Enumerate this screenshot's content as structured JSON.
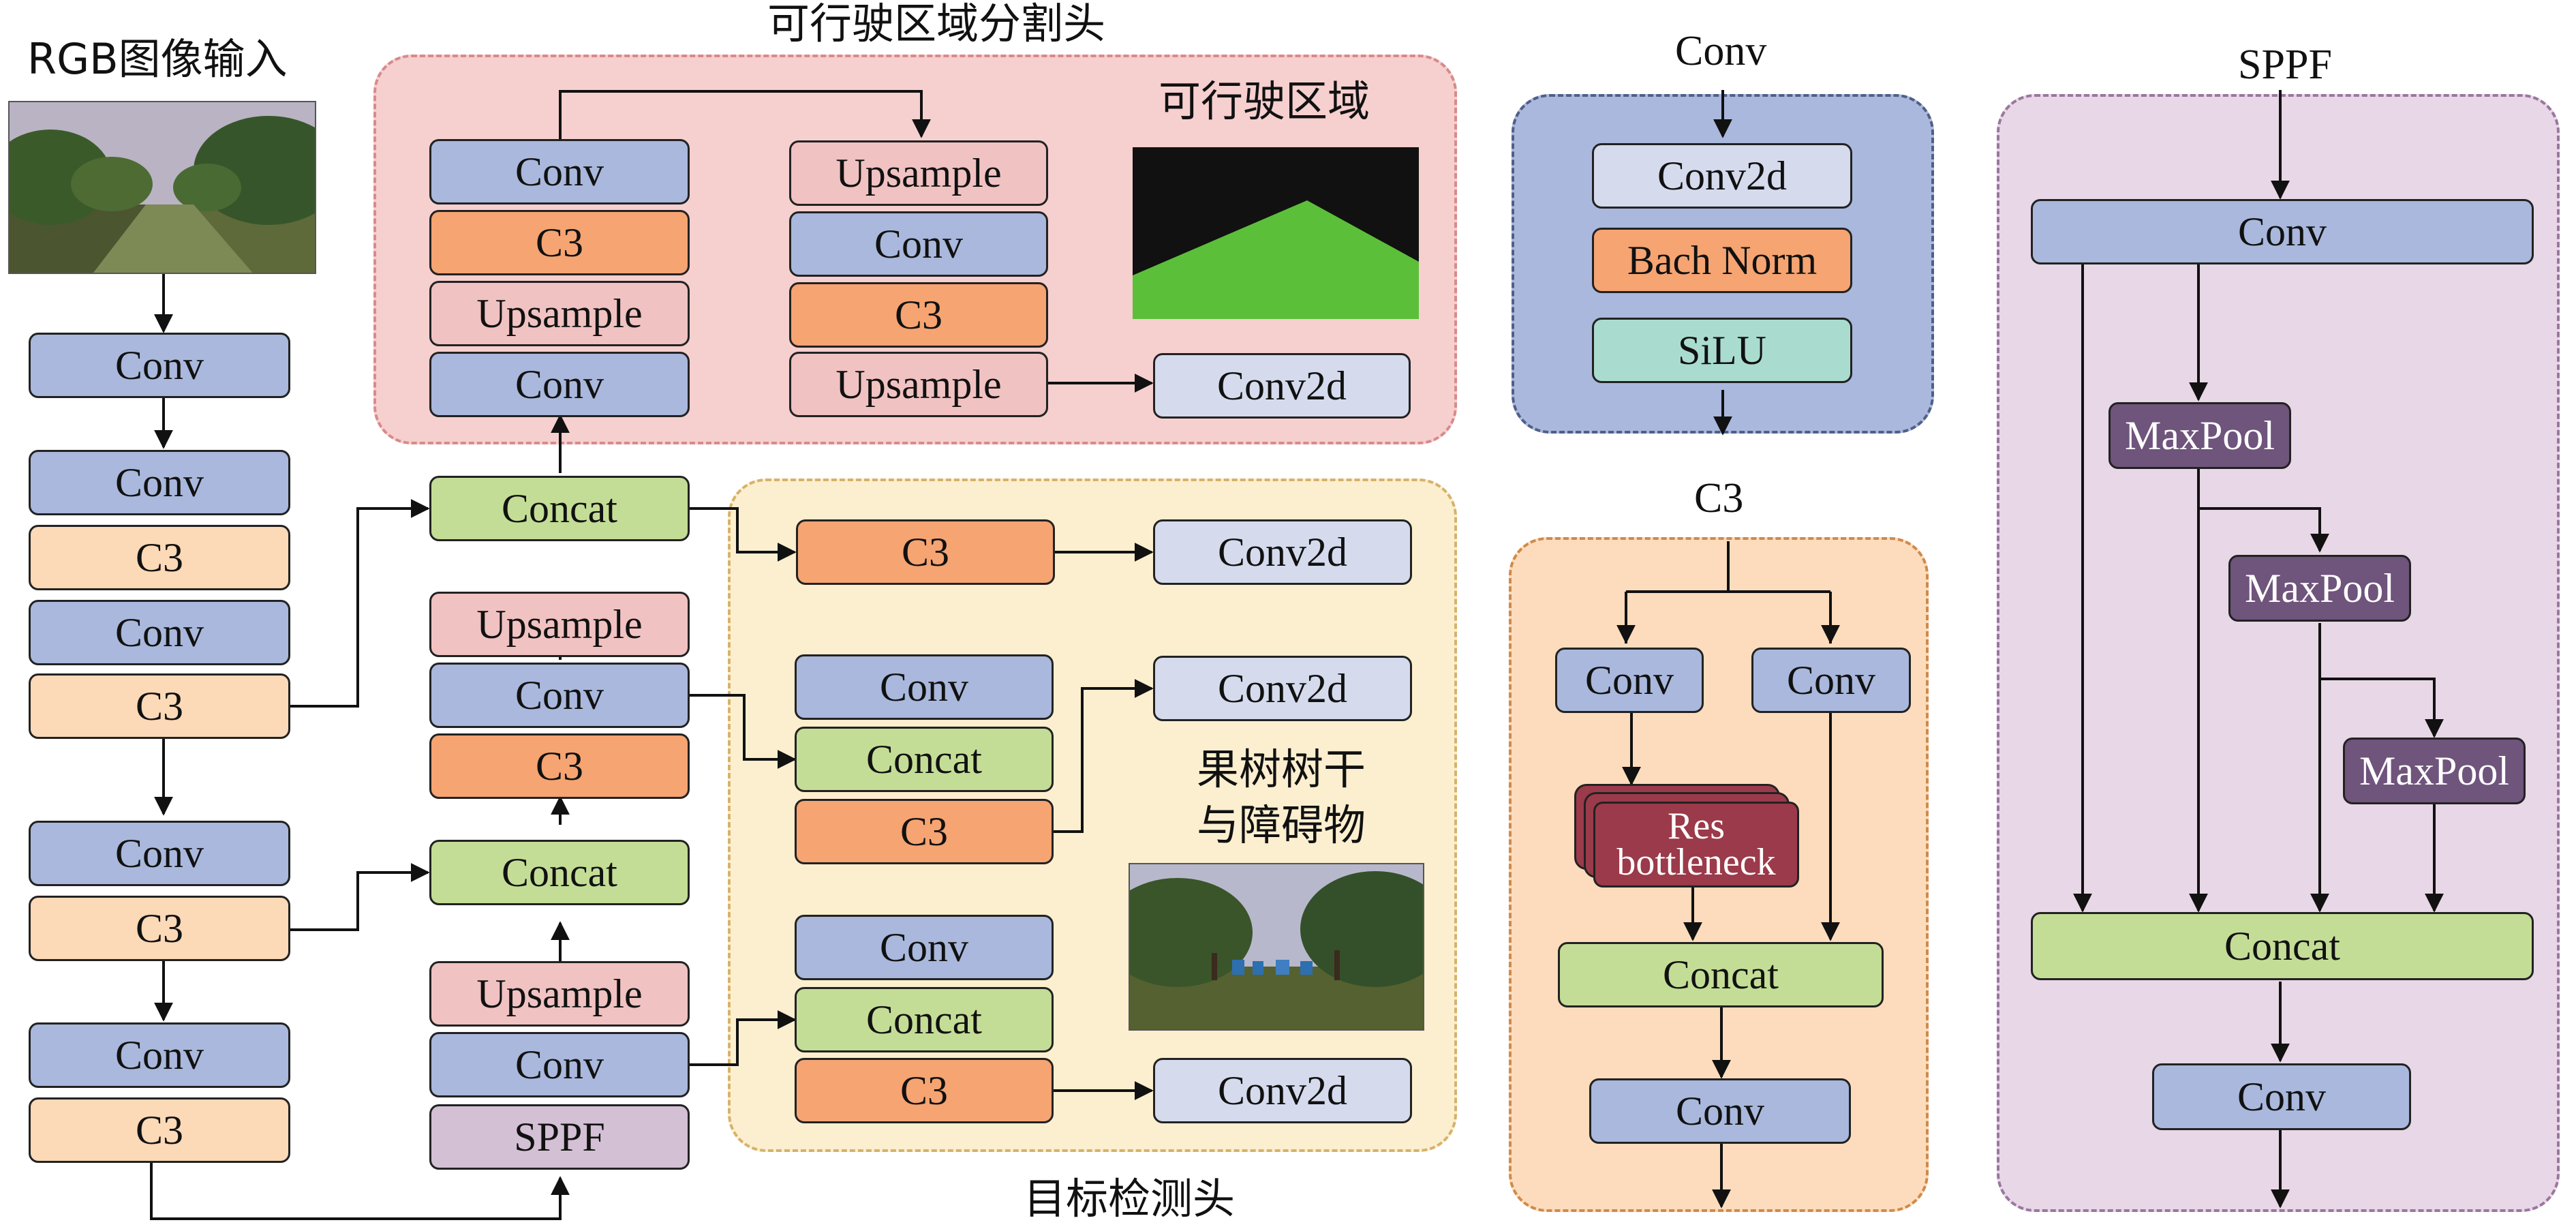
{
  "titles": {
    "rgb_input": "RGB图像输入",
    "drivable_head": "可行驶区域分割头",
    "drivable_area": "可行驶区域",
    "detection_head": "目标检测头",
    "trunk_obstacle_line1": "果树树干",
    "trunk_obstacle_line2": "与障碍物",
    "conv_panel": "Conv",
    "c3_panel": "C3",
    "sppf_panel": "SPPF"
  },
  "backbone": [
    "Conv",
    "Conv",
    "C3",
    "Conv",
    "C3",
    "Conv",
    "C3",
    "Conv",
    "C3"
  ],
  "neck": [
    "Concat",
    "Upsample",
    "Conv",
    "C3",
    "Concat",
    "Upsample",
    "Conv",
    "SPPF"
  ],
  "seg_left": [
    "Conv",
    "C3",
    "Upsample",
    "Conv"
  ],
  "seg_right": [
    "Upsample",
    "Conv",
    "C3",
    "Upsample"
  ],
  "seg_out": "Conv2d",
  "det": {
    "row1": [
      "C3",
      "Conv2d"
    ],
    "row2": [
      "Conv",
      "Concat",
      "C3",
      "Conv2d"
    ],
    "row3": [
      "Conv",
      "Concat",
      "C3",
      "Conv2d"
    ]
  },
  "conv_detail": [
    "Conv2d",
    "Bach Norm",
    "SiLU"
  ],
  "c3_detail": [
    "Conv",
    "Conv",
    "Res\nbottleneck",
    "Concat",
    "Conv"
  ],
  "sppf_detail": [
    "Conv",
    "MaxPool",
    "MaxPool",
    "MaxPool",
    "Concat",
    "Conv"
  ],
  "colors": {
    "conv": "#a9b8dc",
    "c3_light": "#fcd9b7",
    "c3_dark": "#f5a472",
    "upsample": "#f1c2c2",
    "concat": "#c4dd96",
    "sppf": "#d3c0d4",
    "conv2d": "#d5dbed",
    "silu": "#a9dccf",
    "maxpool": "#6f547c",
    "res_bottleneck": "#9b3a4a",
    "drivable_green": "#5cbf3a"
  }
}
